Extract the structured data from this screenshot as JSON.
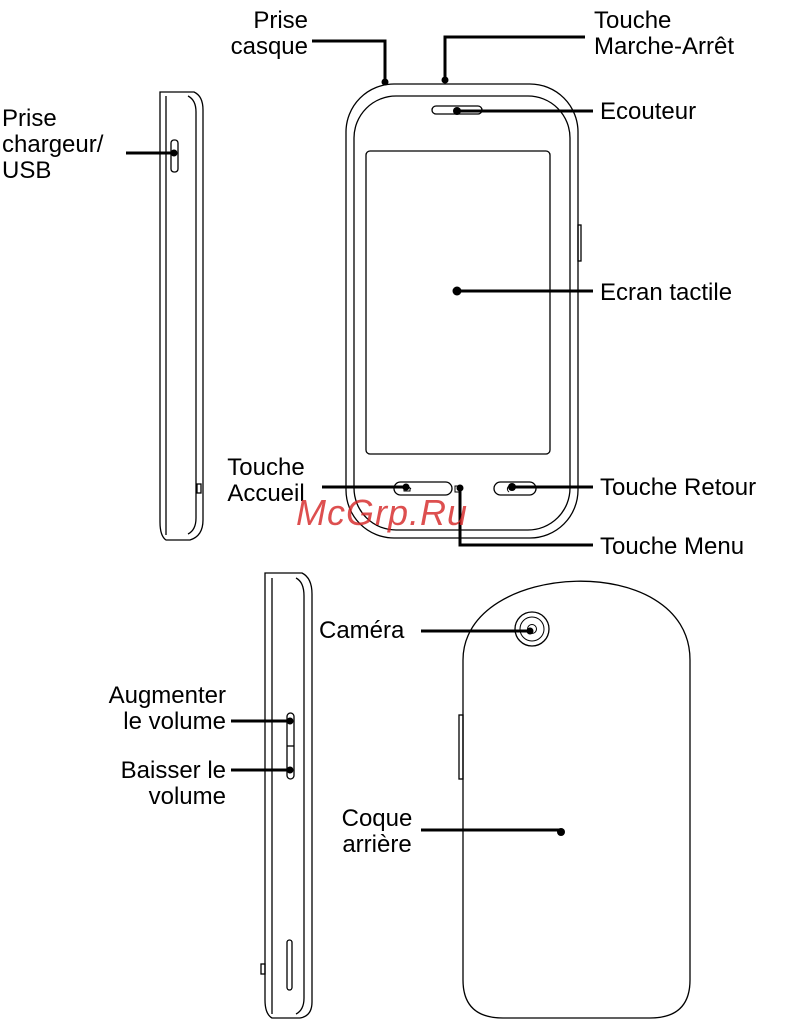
{
  "labels": {
    "prise_casque": [
      "Prise",
      "casque"
    ],
    "touche_marche_arret": [
      "Touche",
      "Marche-Arrêt"
    ],
    "ecouteur": "Ecouteur",
    "prise_chargeur": [
      "Prise",
      "chargeur/",
      "USB"
    ],
    "ecran_tactile": "Ecran tactile",
    "touche_accueil": [
      "Touche",
      "Accueil"
    ],
    "touche_retour": "Touche Retour",
    "touche_menu": "Touche Menu",
    "camera": "Caméra",
    "augmenter_volume": [
      "Augmenter",
      "le volume"
    ],
    "baisser_volume": [
      "Baisser le",
      "volume"
    ],
    "coque_arriere": [
      "Coque",
      "arrière"
    ]
  },
  "watermark": "McGrp.Ru",
  "colors": {
    "line": "#000000",
    "watermark": "#d62828"
  }
}
